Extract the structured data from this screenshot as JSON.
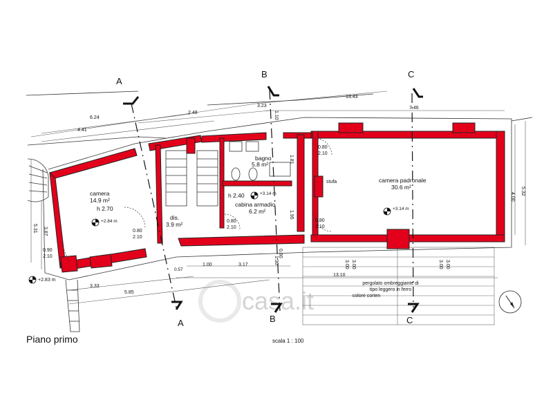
{
  "title": "Piano primo",
  "scale": "scala  1 : 100",
  "watermark": "casa.it",
  "sections": [
    "A",
    "B",
    "C"
  ],
  "rooms": {
    "camera": {
      "name": "camera",
      "area": "14.9 m²",
      "height": "h 2.70",
      "elev": "+2.84 m"
    },
    "dis": {
      "name": "dis.",
      "area": "3.9 m²"
    },
    "bagno": {
      "name": "bagno",
      "area": "5.8 m²"
    },
    "cabina": {
      "name": "cabina armadio",
      "area": "6.2 m²",
      "height": "h 2.40",
      "elev": "+3.14 m"
    },
    "padronale": {
      "name": "camera padronale",
      "area": "30.6 m²",
      "elev": "+3.14 m"
    },
    "stufa": "stufa"
  },
  "doors": [
    {
      "w": "0.80",
      "h": "2.10"
    },
    {
      "w": "0.80",
      "h": "2.10"
    },
    {
      "w": "0.80",
      "h": "2.10"
    },
    {
      "w": "0.80",
      "h": "2.10"
    },
    {
      "w": "0.90",
      "h": "2.10"
    }
  ],
  "pergola": "pergolato ombreggiante di tipo leggero in ferro colore corten",
  "elev_outside": "+2.83 m",
  "dims": {
    "d624": "6.24",
    "d441": "4.41",
    "d248": "2.48",
    "d323": "3.23",
    "d1343": "13.43",
    "d746": "7.46",
    "d400": "4.00",
    "d532": "5.32",
    "d387": "3.87",
    "d531": "5.31",
    "d333": "3.33",
    "d585": "5.85",
    "d100": "1.00",
    "d317": "3.17",
    "d1310": "13.10",
    "d195": "1.95",
    "d181": "1.81",
    "d300": "3.00",
    "d130": "1.30",
    "d080": "0.80",
    "d110": "1.10",
    "d057": "0.57"
  }
}
